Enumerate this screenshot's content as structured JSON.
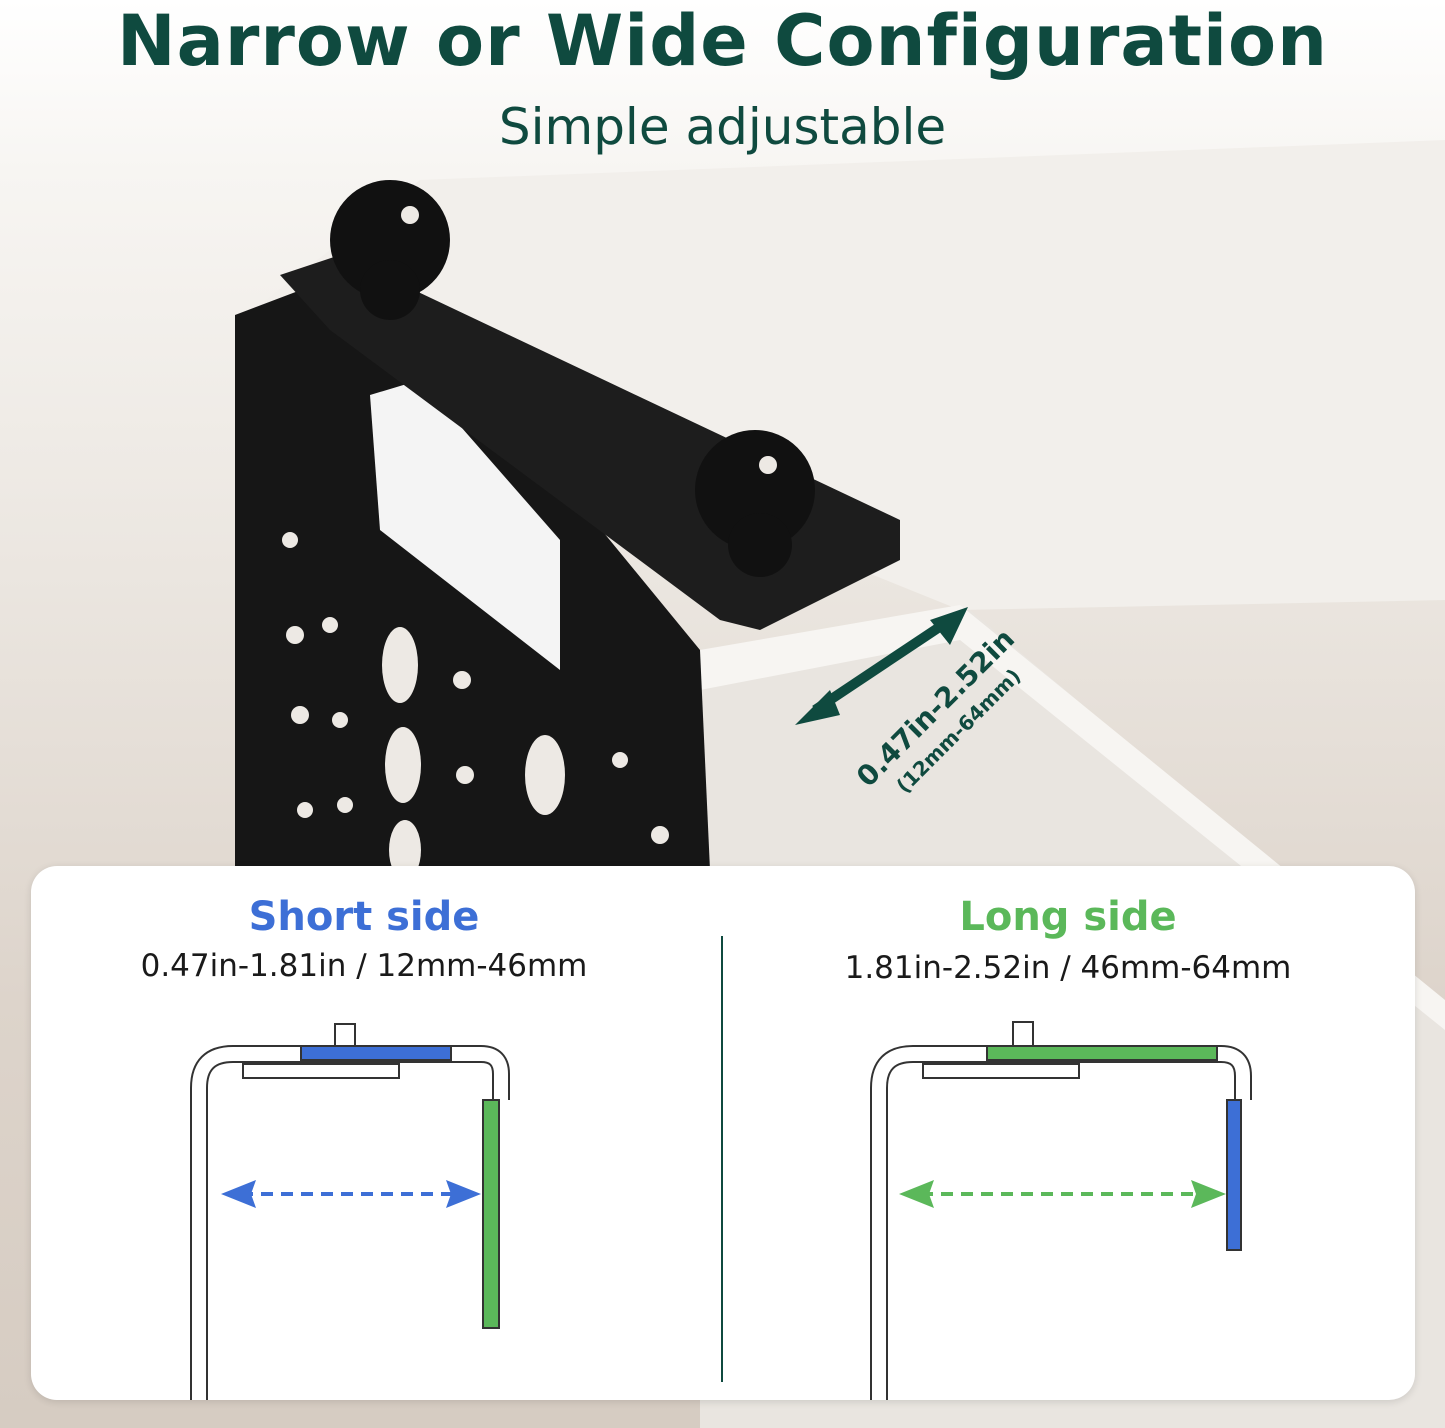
{
  "header": {
    "title": "Narrow or Wide Configuration",
    "subtitle": "Simple adjustable"
  },
  "measurement": {
    "range_in": "0.47in-2.52in",
    "range_mm": "(12mm-64mm)"
  },
  "short_side": {
    "title": "Short side",
    "range": "0.47in-1.81in / 12mm-46mm",
    "color": "#3d6fd6"
  },
  "long_side": {
    "title": "Long side",
    "range": "1.81in-2.52in / 46mm-64mm",
    "color": "#5bb85a"
  },
  "colors": {
    "heading": "#0f4a3f",
    "bracket": "#151515",
    "blue": "#3d6fd6",
    "green": "#5bb85a"
  }
}
